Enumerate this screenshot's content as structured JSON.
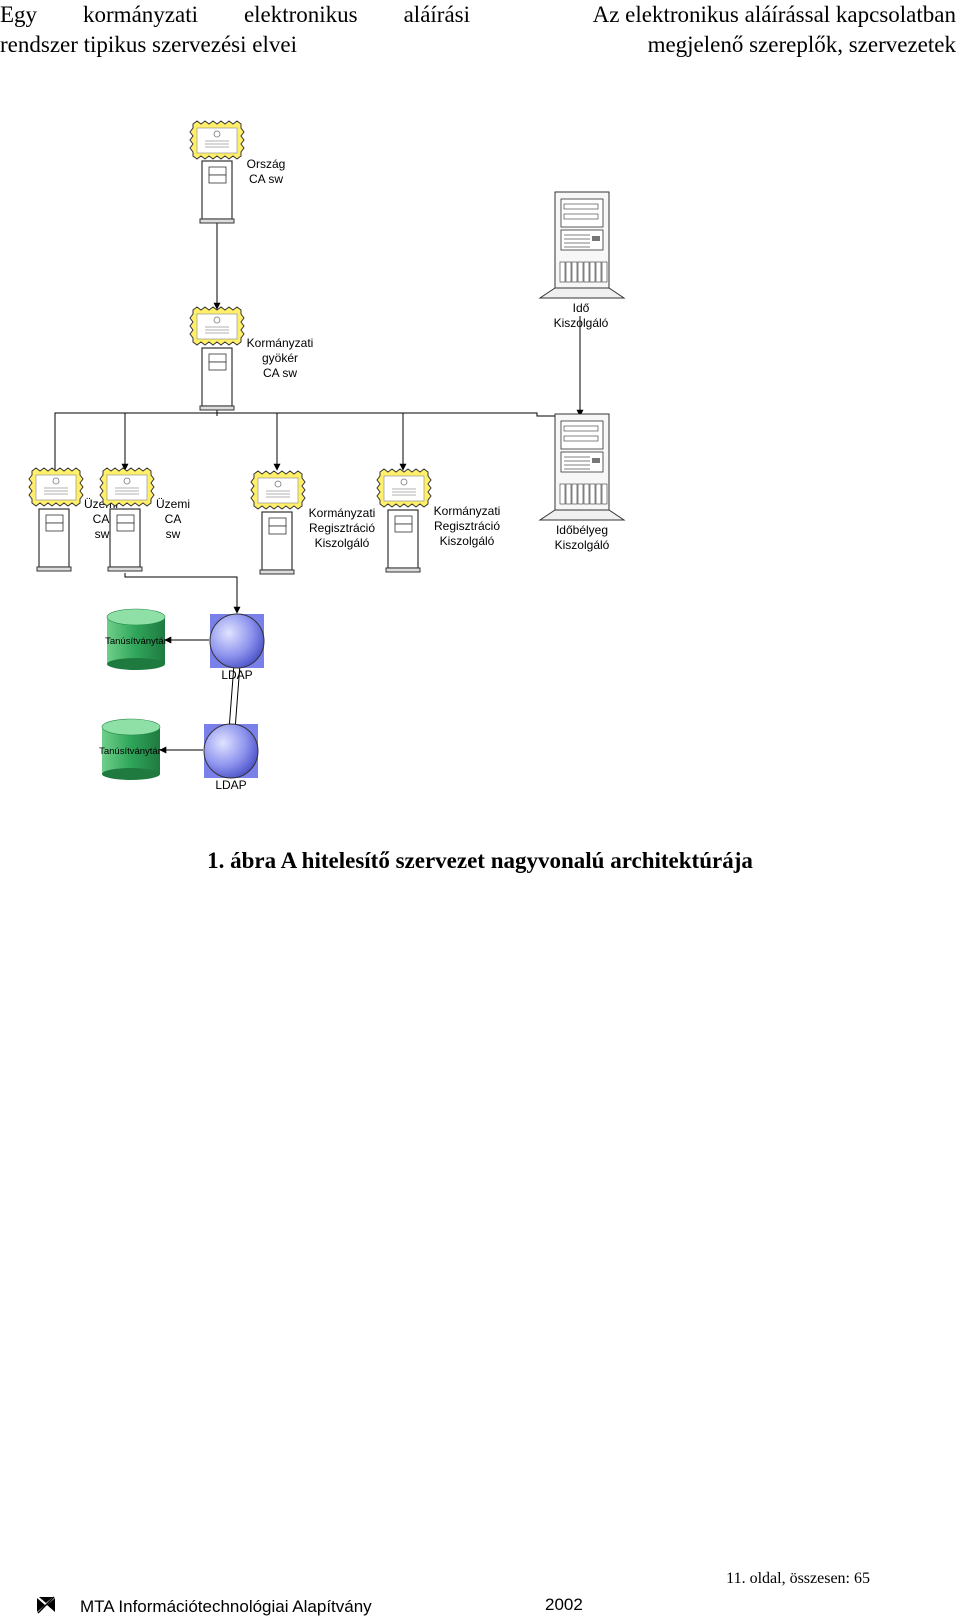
{
  "header": {
    "left_line1_words": [
      "Egy",
      "kormányzati",
      "elektronikus",
      "aláírási"
    ],
    "left_line2": "rendszer tipikus szervezési elvei",
    "right_line1": "Az elektronikus aláírással kapcsolatban",
    "right_line2": "megjelenő szereplők, szervezetek"
  },
  "diagram": {
    "orszag_ca": [
      "Ország",
      "CA sw"
    ],
    "gov_root_ca": [
      "Kormányzati",
      "gyökér",
      "CA sw"
    ],
    "time_server": [
      "Idő",
      "Kiszolgáló"
    ],
    "uzemi_ca_1": [
      "Üzemi",
      "CA",
      "sw"
    ],
    "uzemi_ca_2": [
      "Üzemi",
      "CA",
      "sw"
    ],
    "reg_server_1": [
      "Kormányzati",
      "Regisztráció",
      "Kiszolgáló"
    ],
    "reg_server_2": [
      "Kormányzati",
      "Regisztráció",
      "Kiszolgáló"
    ],
    "timestamp_server": [
      "Időbélyeg",
      "Kiszolgáló"
    ],
    "cert_store_1": "Tanúsítványtár",
    "ldap_1": "LDAP",
    "cert_store_2": "Tanúsítványtár",
    "ldap_2": "LDAP"
  },
  "caption": "1. ábra A hitelesítő szervezet nagyvonalú architektúrája",
  "page_number": "11. oldal, összesen: 65",
  "footer": {
    "organization": "MTA Információtechnológiai Alapítvány",
    "year": "2002"
  }
}
